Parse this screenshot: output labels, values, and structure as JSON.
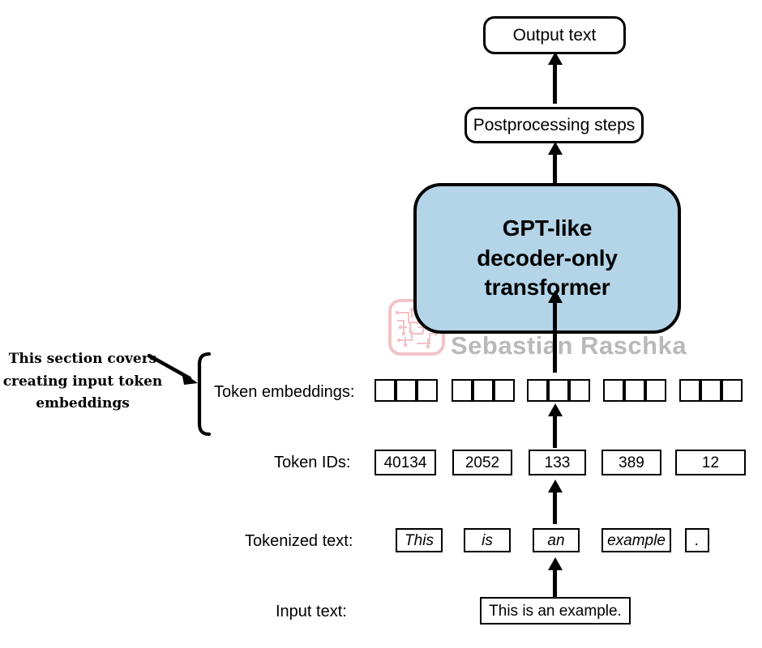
{
  "diagram": {
    "title": "LLM text generation pipeline with tokenization and token embeddings",
    "output_box": {
      "label": "Output text"
    },
    "postprocessing_box": {
      "label": "Postprocessing steps"
    },
    "model_block": {
      "line1": "GPT-like",
      "line2": "decoder-only",
      "line3": "transformer",
      "fill_color": "#b4d4e8",
      "stroke_color": "#000000"
    },
    "annotation": {
      "line1": "This section covers",
      "line2": "creating input token",
      "line3": "embeddings"
    },
    "rows": [
      {
        "id": "token-embeddings",
        "label": "Token embeddings:"
      },
      {
        "id": "token-ids",
        "label": "Token IDs:"
      },
      {
        "id": "tokenized-text",
        "label": "Tokenized text:"
      },
      {
        "id": "input-text",
        "label": "Input text:"
      }
    ],
    "token_embeddings": {
      "groups": [
        {
          "cells": [
            "",
            "",
            ""
          ]
        },
        {
          "cells": [
            "",
            "",
            ""
          ]
        },
        {
          "cells": [
            "",
            "",
            ""
          ]
        },
        {
          "cells": [
            "",
            "",
            ""
          ]
        },
        {
          "cells": [
            "",
            "",
            ""
          ]
        }
      ]
    },
    "token_ids": [
      "40134",
      "2052",
      "133",
      "389",
      "12"
    ],
    "tokenized_text": [
      "This",
      "is",
      "an",
      "example",
      "."
    ],
    "input_text": "This is an example.",
    "watermark": {
      "text": "Sebastian Raschka",
      "text_color": "#b9b9b9",
      "logo_color": "#f2bcc0",
      "logo_name": "circuit-board-logo"
    }
  }
}
